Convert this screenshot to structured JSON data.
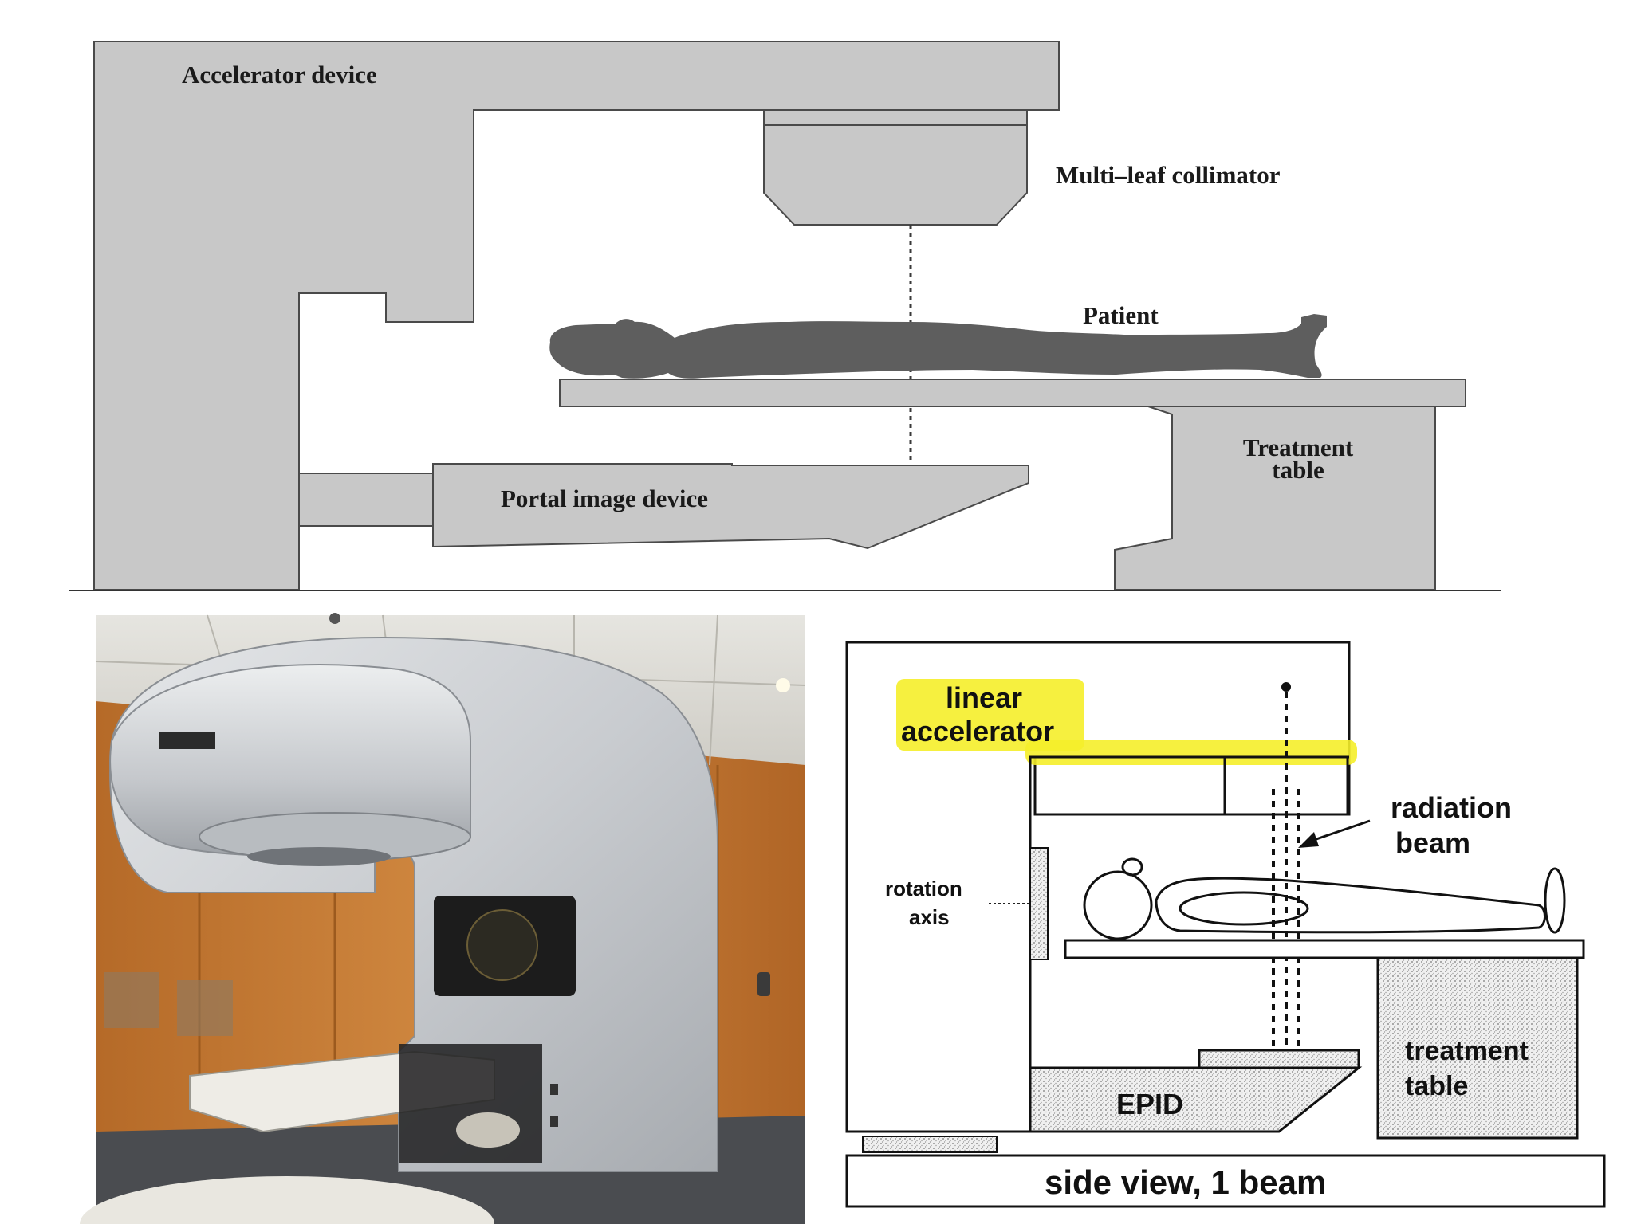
{
  "top_diagram": {
    "accelerator_label": "Accelerator device",
    "collimator_label": "Multi–leaf collimator",
    "patient_label": "Patient",
    "table_label_line1": "Treatment",
    "table_label_line2": "table",
    "portal_label": "Portal image device"
  },
  "side_diagram": {
    "linac_line1": "linear",
    "linac_line2": "accelerator",
    "beam_line1": "radiation",
    "beam_line2": "beam",
    "axis_line1": "rotation",
    "axis_line2": "axis",
    "epid_label": "EPID",
    "table_line1": "treatment",
    "table_line2": "table",
    "caption": "side view, 1 beam"
  },
  "colors": {
    "device_gray": "#c8c8c8",
    "patient_gray": "#5e5e5e",
    "highlight_yellow": "#f5ee2a",
    "wood": "#c47a35"
  }
}
